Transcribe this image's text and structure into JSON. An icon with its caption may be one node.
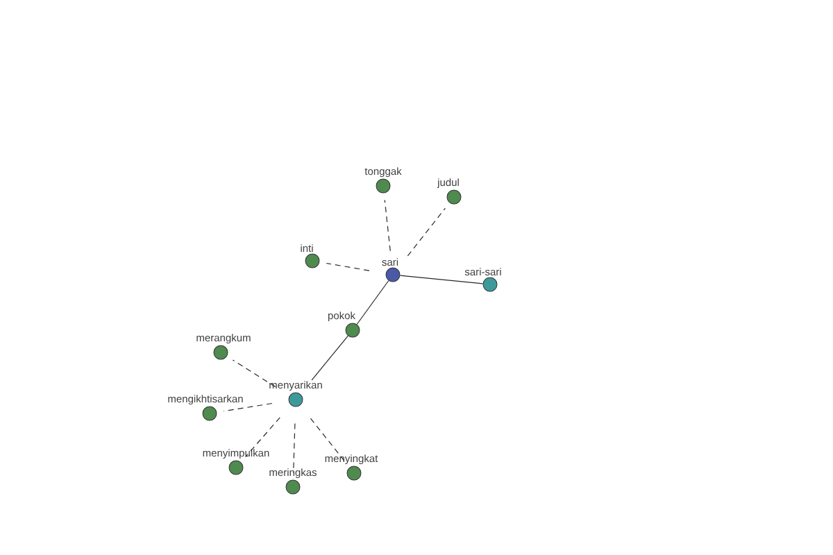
{
  "diagram": {
    "nodes": [
      {
        "text": [
          "tonggak"
        ]
      },
      {
        "text": [
          "judul"
        ]
      },
      {
        "text": [
          "inti"
        ]
      },
      {
        "text": [
          "sari"
        ]
      },
      {
        "text": [
          "sari-sari"
        ]
      },
      {
        "text": [
          "pokok"
        ]
      },
      {
        "text": [
          "merangkum"
        ]
      },
      {
        "text": [
          "menyarikan"
        ]
      },
      {
        "text": [
          "mengikhtisarkan"
        ]
      },
      {
        "text": [
          "menyimpulkan"
        ]
      },
      {
        "text": [
          "meringkas"
        ]
      },
      {
        "text": [
          "menyingkat"
        ]
      }
    ],
    "edges": [
      {
        "from": 3,
        "to": 0,
        "arrow": "none",
        "style": "dashed"
      },
      {
        "from": 3,
        "to": 1,
        "arrow": "none",
        "style": "dashed"
      },
      {
        "from": 3,
        "to": 2,
        "arrow": "none",
        "style": "dashed"
      },
      {
        "from": 3,
        "to": 4,
        "arrow": "none"
      },
      {
        "from": 3,
        "to": 5,
        "arrow": "none"
      },
      {
        "from": 5,
        "to": 7,
        "arrow": "none"
      },
      {
        "from": 7,
        "to": 6,
        "arrow": "none",
        "style": "dashed"
      },
      {
        "from": 7,
        "to": 8,
        "arrow": "none",
        "style": "dashed"
      },
      {
        "from": 7,
        "to": 9,
        "arrow": "none",
        "style": "dashed"
      },
      {
        "from": 7,
        "to": 10,
        "arrow": "none",
        "style": "dashed"
      },
      {
        "from": 7,
        "to": 11,
        "arrow": "none",
        "style": "dashed"
      }
    ]
  }
}
